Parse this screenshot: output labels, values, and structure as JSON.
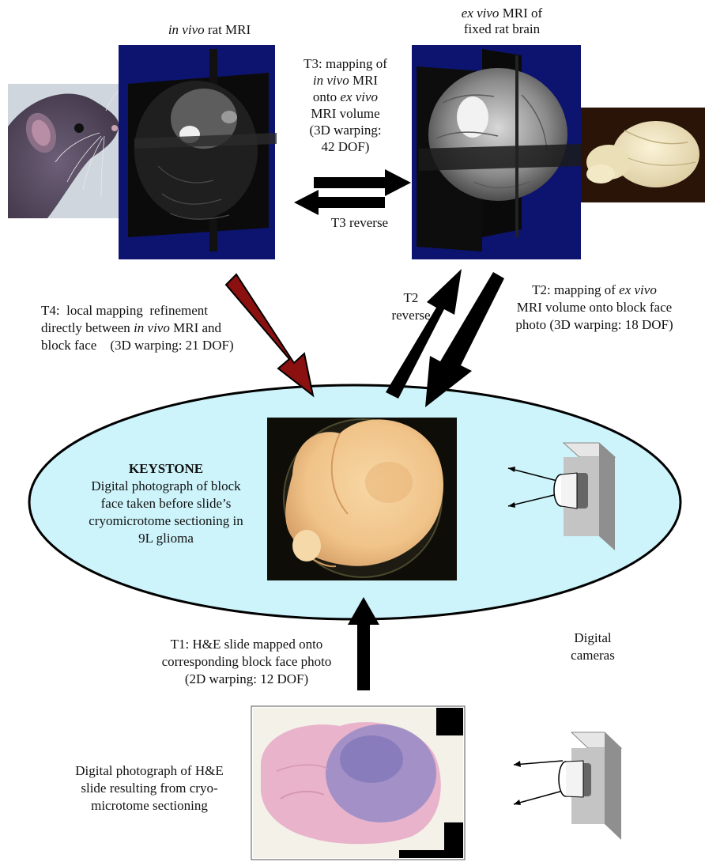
{
  "labels": {
    "invivo_title_italic": "in vivo",
    "invivo_title_rest": " rat MRI",
    "exvivo_title_line1_italic": "ex vivo",
    "exvivo_title_line1_rest": " MRI of",
    "exvivo_title_line2": "fixed rat brain",
    "t3_line1": "T3: mapping of",
    "t3_line2_italic": "in vivo",
    "t3_line2_rest": " MRI",
    "t3_line3_rest": "onto ",
    "t3_line3_italic": "ex vivo",
    "t3_line4": "MRI volume",
    "t3_line5": "(3D warping:",
    "t3_line6": "42 DOF)",
    "t3_reverse": "T3 reverse",
    "t4_line1": "T4:  local mapping  refinement",
    "t4_line2_rest": "directly between ",
    "t4_line2_italic": "in vivo",
    "t4_line2_end": " MRI and",
    "t4_line3": "block face    (3D warping: 21 DOF)",
    "t2rev_line1": "T2",
    "t2rev_line2": "reverse",
    "t2_line1_rest": "T2: mapping of ",
    "t2_line1_italic": "ex vivo",
    "t2_line2": "MRI volume onto block face",
    "t2_line3": "photo (3D warping: 18 DOF)",
    "keystone_title": "KEYSTONE",
    "keystone_line1": "Digital photograph of block",
    "keystone_line2": "face taken before slide’s",
    "keystone_line3": "cryomicrotome sectioning in",
    "keystone_line4": "9L glioma",
    "t1_line1": "T1: H&E slide mapped onto",
    "t1_line2": "corresponding block face photo",
    "t1_line3": "(2D warping: 12 DOF)",
    "cameras_line1": "Digital",
    "cameras_line2": "cameras",
    "he_line1": "Digital photograph of H&E",
    "he_line2": "slide resulting from cryo-",
    "he_line3": "microtome sectioning"
  },
  "colors": {
    "ellipse_fill": "#cdf4fb",
    "mri_panel": "#0d1470",
    "t4_arrow": "#8b1010",
    "arrow": "#000000"
  }
}
